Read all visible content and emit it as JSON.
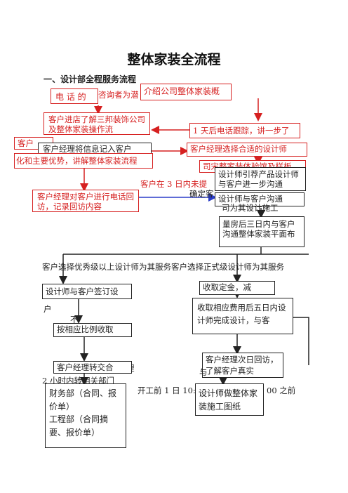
{
  "title": "整体家装全流程",
  "section": "一、设计部全程服务流程",
  "nodes": {
    "phone_call": "电 话 的",
    "consult_partial": "咨询者为潜",
    "intro_company": "介绍公司整体家装概",
    "customer_visit": "客户进店了解三邦装饰公司及整体家装操作流",
    "followup_call": "1 天后电话跟踪，讲一步了",
    "left_partial": "客户",
    "manager_register": "客户经理将信息记入客户",
    "explain_flow": "化和主要优势，讲解整体家装流程",
    "choose_designer": "客户经理选择合适的设计师",
    "company_visit": "司宋整家装体验馆及样板",
    "no_reply_3days": "客户在 3 日内未提",
    "designer_guide": "设计师引荐产品设计师与客户进一步沟通",
    "confirm_partial": "确定客",
    "manager_phone": "客户经理对客户进行电话回访，记录回访内容",
    "designer_comm": "设计师与客户沟通",
    "for_design": "司为其设计施工",
    "measure_room": "量房后三日内与客户沟通整体家装平面布",
    "choice_text": "客户选择优秀级以上设计师为其服务客户选择正式级设计师为其服务",
    "sign_contract": "设计师与客户签订设",
    "collect_deposit": "收取定金，减",
    "hu": "户",
    "bu": "不",
    "charge_fee": "收取相应费用后五日内设计师完成设计，与客",
    "proportion_charge": "按相应比例收取",
    "manager_next_day": "客户经理次日回访，了解客户真实",
    "li": "理",
    "manager_transfer": "客户经理转交合",
    "yu": "与",
    "two_hours": "2 小时内转相关部门",
    "before_start": "开工前 1 日 10:",
    "before_suffix": "00 之前",
    "finance_dept": "财务部（合同、报价单）",
    "project_dept": "工程部（合同摘要、报价单）",
    "construction_drawing": "设计师做整体家装施工图纸"
  },
  "colors": {
    "accent": "#d62020",
    "arrow_blue": "#2a3cc8",
    "line": "#222222"
  }
}
